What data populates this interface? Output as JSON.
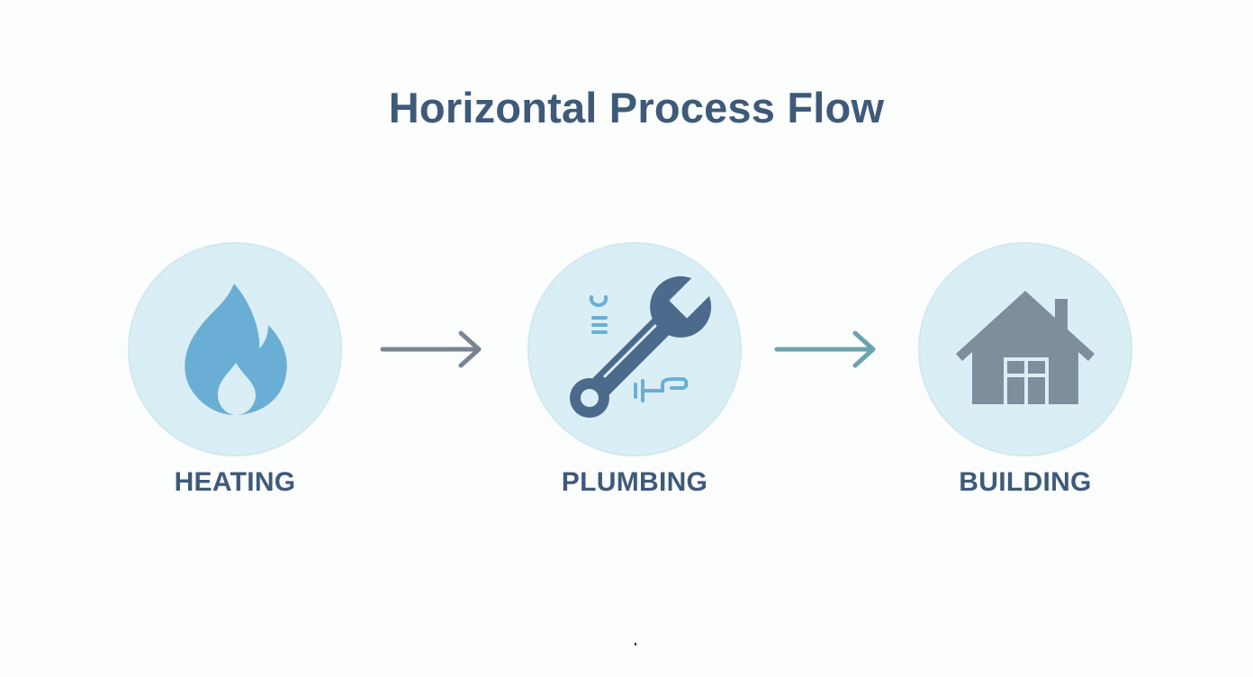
{
  "diagram": {
    "title": "Horizontal Process Flow",
    "steps": [
      {
        "label": "HEATING",
        "icon": "flame-icon"
      },
      {
        "label": "PLUMBING",
        "icon": "wrench-icon"
      },
      {
        "label": "BUILDING",
        "icon": "house-icon"
      }
    ],
    "colors": {
      "title": "#3e5a7a",
      "circle_fill": "#daeef5",
      "flame": "#6aaed6",
      "wrench": "#4c6a8c",
      "house": "#7f8e9c",
      "arrow_1": "#7a8591",
      "arrow_2": "#6aa3ad"
    }
  }
}
